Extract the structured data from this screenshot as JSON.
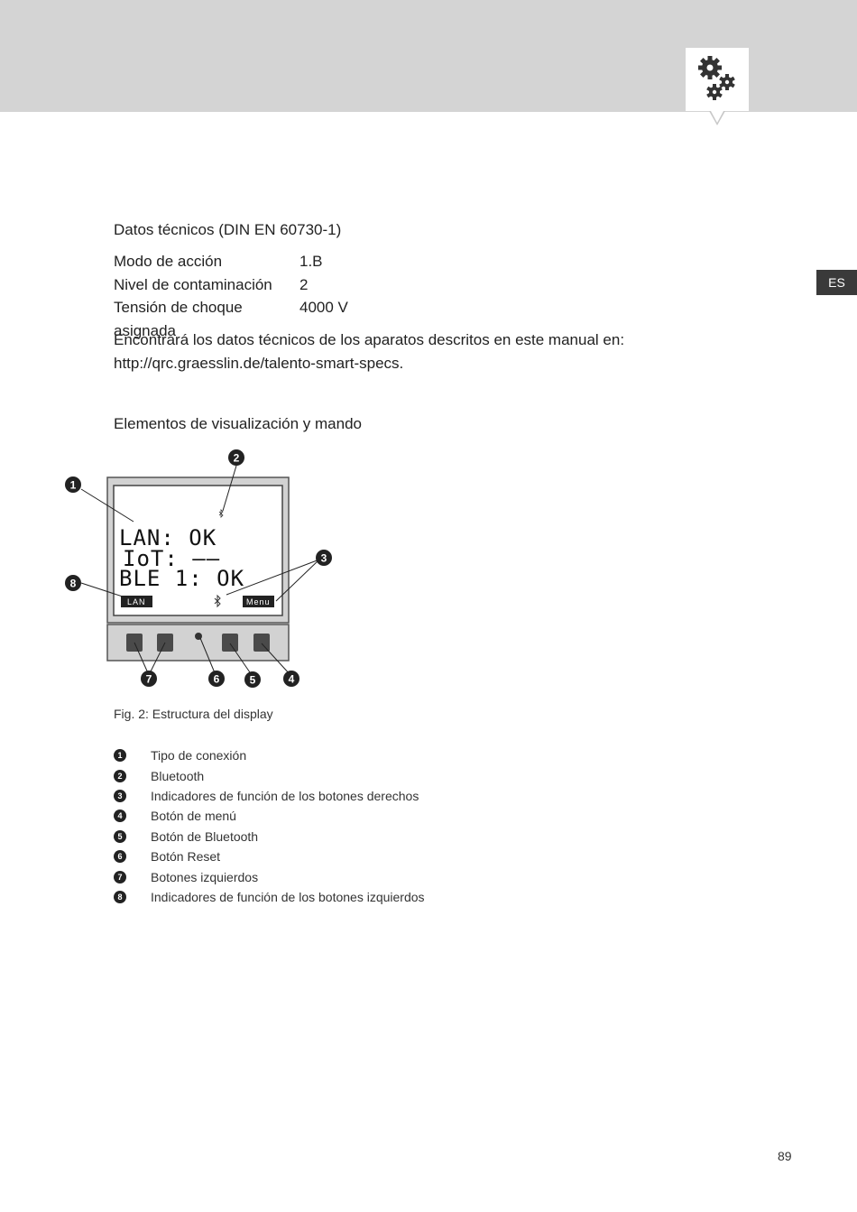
{
  "language_tab": "ES",
  "section1": {
    "heading": "Datos técnicos (DIN EN 60730-1)",
    "specs": [
      {
        "key": "Modo de acción",
        "value": "1.B"
      },
      {
        "key": "Nivel de contaminación",
        "value": "2"
      },
      {
        "key": "Tensión de choque asignada",
        "value": "4000 V"
      }
    ],
    "paragraph_text": "Encontrará los datos técnicos de los aparatos descritos en este manual en:",
    "paragraph_link": "http://qrc.graesslin.de/talento-smart-specs",
    "paragraph_end": "."
  },
  "section2": {
    "heading": "Elementos de visualización y mando"
  },
  "display": {
    "line1": "LAN: OK",
    "line2": "IoT:  ––",
    "line3": "BLE 1: OK",
    "soft_left": "LAN",
    "soft_right": "Menu",
    "callouts": [
      "1",
      "2",
      "3",
      "4",
      "5",
      "6",
      "7",
      "8"
    ]
  },
  "figure_caption": "Fig. 2: Estructura del display",
  "legend": [
    {
      "num": "1",
      "text": "Tipo de conexión"
    },
    {
      "num": "2",
      "text": "Bluetooth"
    },
    {
      "num": "3",
      "text": "Indicadores de función de los botones derechos"
    },
    {
      "num": "4",
      "text": "Botón de menú"
    },
    {
      "num": "5",
      "text": "Botón de Bluetooth"
    },
    {
      "num": "6",
      "text": "Botón Reset"
    },
    {
      "num": "7",
      "text": "Botones izquierdos"
    },
    {
      "num": "8",
      "text": "Indicadores de función de los botones izquierdos"
    }
  ],
  "page_number": "89",
  "icons": {
    "header": "gears-icon",
    "bluetooth": "bluetooth-icon"
  }
}
